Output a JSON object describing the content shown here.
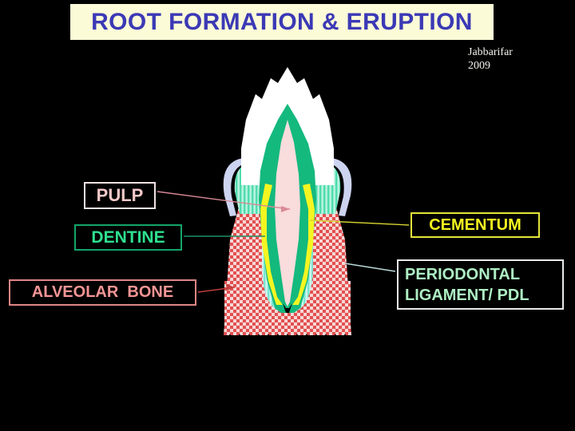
{
  "slide": {
    "background_color": "#000000",
    "title": "ROOT FORMATION & ERUPTION",
    "title_text_color": "#3b39b5",
    "title_background_color": "#fbfbd8",
    "credit_author": "Jabbarifar",
    "credit_year": "2009",
    "credit_color": "#f2f2ee"
  },
  "labels": {
    "pulp": {
      "text": "PULP",
      "text_color": "#f6c9c9",
      "border_color": "#f0e2e2",
      "leader_color": "#d98a96"
    },
    "dentine": {
      "text": "DENTINE",
      "text_color": "#2ee08f",
      "border_color": "#13a56a",
      "leader_color": "#1f8f67"
    },
    "alveolar_bone": {
      "text": "ALVEOLAR  BONE",
      "text_color": "#f59595",
      "border_color": "#e08585",
      "leader_color": "#c7413f"
    },
    "cementum": {
      "text": "CEMENTUM",
      "text_color": "#f5f521",
      "border_color": "#e5e53a",
      "leader_color": "#d4d430"
    },
    "pdl": {
      "line1": "PERIODONTAL",
      "line2": "LIGAMENT/ PDL",
      "text_color": "#aeefc4",
      "border_color": "#e9e9e9",
      "leader_color": "#b9d8d8"
    }
  },
  "diagram": {
    "name": "tooth-cross-section",
    "structures": [
      {
        "name": "enamel",
        "label": "Enamel crown",
        "color": "#ffffff"
      },
      {
        "name": "dentine",
        "label": "Dentine",
        "color": "#14b97e"
      },
      {
        "name": "pulp",
        "label": "Pulp chamber and canal",
        "color": "#f9dcdc"
      },
      {
        "name": "cementum",
        "label": "Cementum",
        "color": "#f5f521"
      },
      {
        "name": "pdl",
        "label": "Periodontal ligament",
        "color": "#8ef0dc"
      },
      {
        "name": "alveolar-bone",
        "label": "Alveolar bone",
        "color": "#e2504f"
      },
      {
        "name": "gingiva",
        "label": "Gingiva",
        "color": "#6fe6c2"
      },
      {
        "name": "gingiva-edge",
        "label": "Gingival margin",
        "color": "#ccd4f0"
      }
    ]
  }
}
